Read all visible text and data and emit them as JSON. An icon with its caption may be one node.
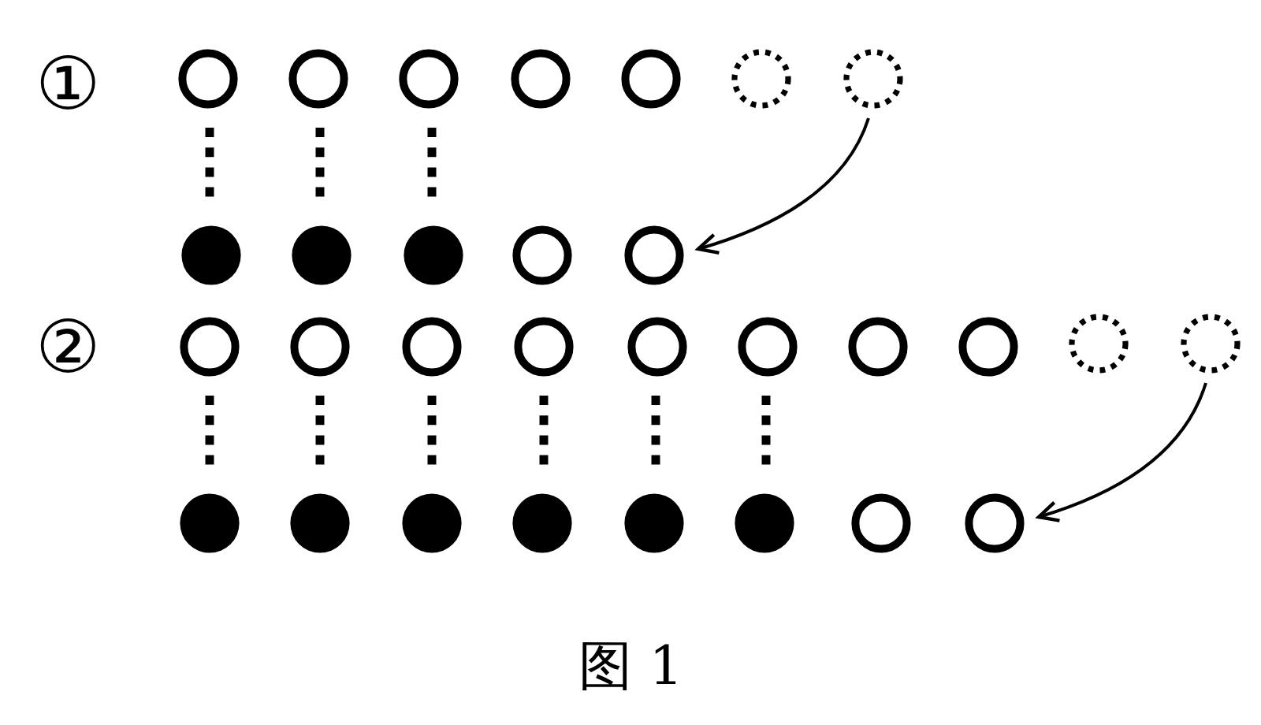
{
  "diagram": {
    "caption": "图 1",
    "nodes": [
      {
        "text": [],
        "shape": "circle"
      },
      {
        "text": [],
        "shape": "circle"
      },
      {
        "text": [],
        "shape": "circle"
      },
      {
        "text": [],
        "shape": "circle"
      },
      {
        "text": [],
        "shape": "circle"
      },
      {
        "text": [],
        "shape": "dotted"
      },
      {
        "text": [],
        "shape": "dotted"
      },
      {
        "text": [],
        "shape": "disc"
      },
      {
        "text": [],
        "shape": "disc"
      },
      {
        "text": [],
        "shape": "disc"
      },
      {
        "text": [],
        "shape": "circle"
      },
      {
        "text": [],
        "shape": "circle"
      },
      {
        "text": [],
        "shape": "circle"
      },
      {
        "text": [],
        "shape": "circle"
      },
      {
        "text": [],
        "shape": "circle"
      },
      {
        "text": [],
        "shape": "circle"
      },
      {
        "text": [],
        "shape": "circle"
      },
      {
        "text": [],
        "shape": "circle"
      },
      {
        "text": [],
        "shape": "circle"
      },
      {
        "text": [],
        "shape": "circle"
      },
      {
        "text": [],
        "shape": "dotted"
      },
      {
        "text": [],
        "shape": "dotted"
      },
      {
        "text": [],
        "shape": "disc"
      },
      {
        "text": [],
        "shape": "disc"
      },
      {
        "text": [],
        "shape": "disc"
      },
      {
        "text": [],
        "shape": "disc"
      },
      {
        "text": [],
        "shape": "disc"
      },
      {
        "text": [],
        "shape": "disc"
      },
      {
        "text": [],
        "shape": "circle"
      },
      {
        "text": [],
        "shape": "circle"
      }
    ],
    "edges": [
      {
        "from": 0,
        "to": 7,
        "arrow": "none",
        "style": "dashed"
      },
      {
        "from": 1,
        "to": 8,
        "arrow": "none",
        "style": "dashed"
      },
      {
        "from": 2,
        "to": 9,
        "arrow": "none",
        "style": "dashed"
      },
      {
        "from": 6,
        "to": 11,
        "arrow": "to"
      },
      {
        "from": 12,
        "to": 22,
        "arrow": "none",
        "style": "dashed"
      },
      {
        "from": 13,
        "to": 23,
        "arrow": "none",
        "style": "dashed"
      },
      {
        "from": 14,
        "to": 24,
        "arrow": "none",
        "style": "dashed"
      },
      {
        "from": 15,
        "to": 25,
        "arrow": "none",
        "style": "dashed"
      },
      {
        "from": 16,
        "to": 26,
        "arrow": "none",
        "style": "dashed"
      },
      {
        "from": 17,
        "to": 27,
        "arrow": "none",
        "style": "dashed"
      },
      {
        "from": 21,
        "to": 29,
        "arrow": "to"
      }
    ],
    "labels": [
      "①",
      "②"
    ]
  }
}
